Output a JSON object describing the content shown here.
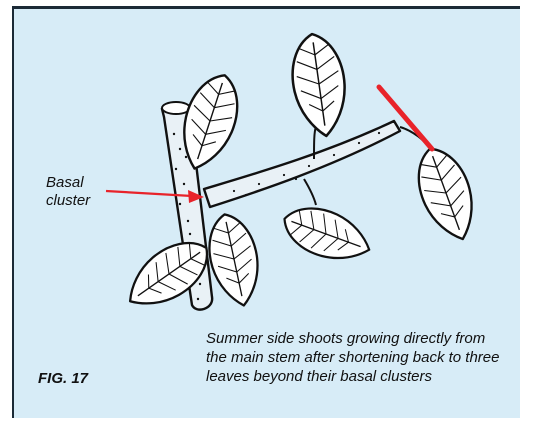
{
  "figure": {
    "callout_label": "Basal cluster",
    "caption": "Summer side shoots growing directly from the main stem after shortening back to three leaves beyond their basal clusters",
    "fig_number": "FIG. 17"
  },
  "colors": {
    "background": "#d7ecf7",
    "outline": "#111111",
    "callout_arrow": "#e8232a",
    "cut_mark": "#e8232a",
    "leaf_fill": "#ffffff"
  },
  "icons": [
    "arrow-right-icon",
    "cut-mark-icon"
  ]
}
